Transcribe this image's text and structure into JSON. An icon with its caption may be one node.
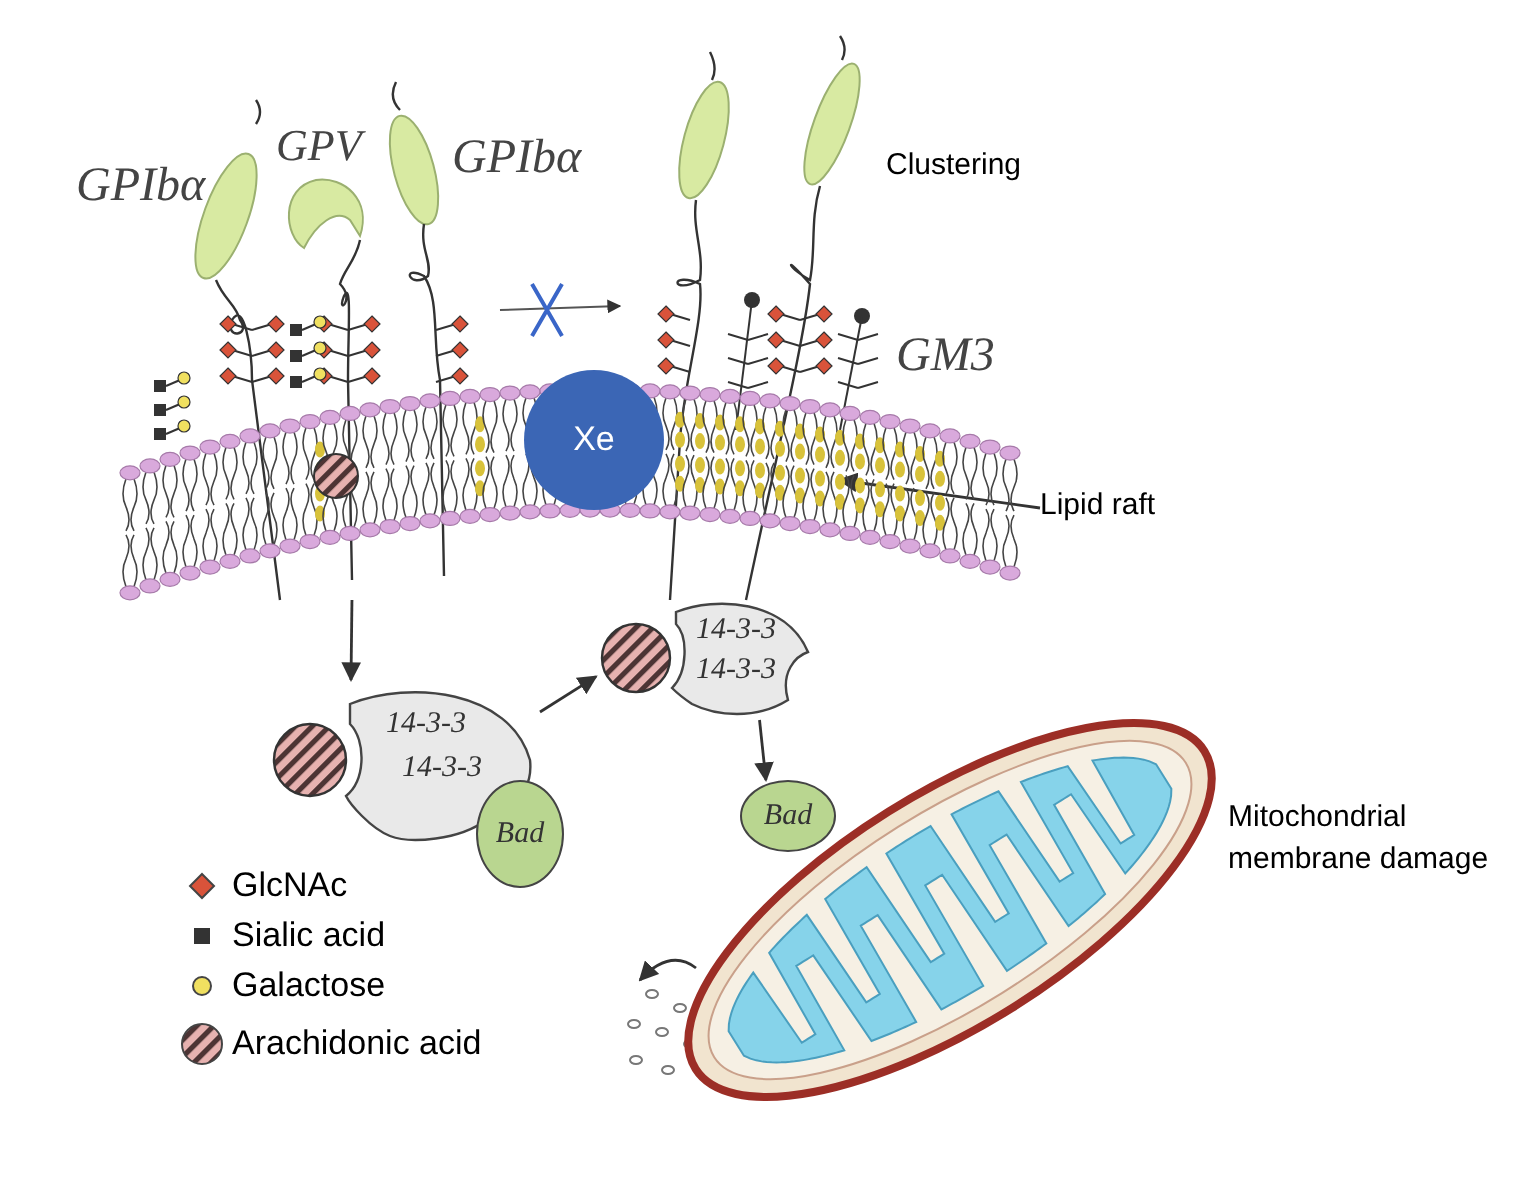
{
  "diagram": {
    "nodes": [
      {
        "text": [],
        "shape": "picture"
      },
      {
        "text": [
          "Xe"
        ]
      },
      {
        "text": [
          "Lipid raft"
        ]
      },
      {
        "text": [
          "14-3-3",
          "14-3-3"
        ]
      },
      {
        "text": [
          "14-3-3",
          "14-3-3"
        ]
      },
      {
        "text": [
          "Bad"
        ]
      },
      {
        "text": [
          "Bad"
        ]
      },
      {
        "text": [],
        "shape": "picture",
        "beside": [
          "Mitochondrial membrane damage"
        ]
      }
    ],
    "edges": [
      {
        "from": 0,
        "to": 4,
        "arrow": "to"
      },
      {
        "from": 4,
        "to": 3,
        "arrow": "to"
      },
      {
        "from": 3,
        "to": 6,
        "arrow": "to"
      },
      {
        "from": 2,
        "to": 0,
        "arrow": "to"
      }
    ],
    "labels": [
      "GPIbα",
      "GPV",
      "GPIbα",
      "Clustering",
      "GM3"
    ],
    "legend": [
      {
        "text": "GlcNAc",
        "color": "#d9533a"
      },
      {
        "text": "Sialic acid",
        "color": "#333333"
      },
      {
        "text": "Galactose",
        "color": "#f0e060"
      },
      {
        "text": "Arachidonic acid"
      }
    ]
  }
}
